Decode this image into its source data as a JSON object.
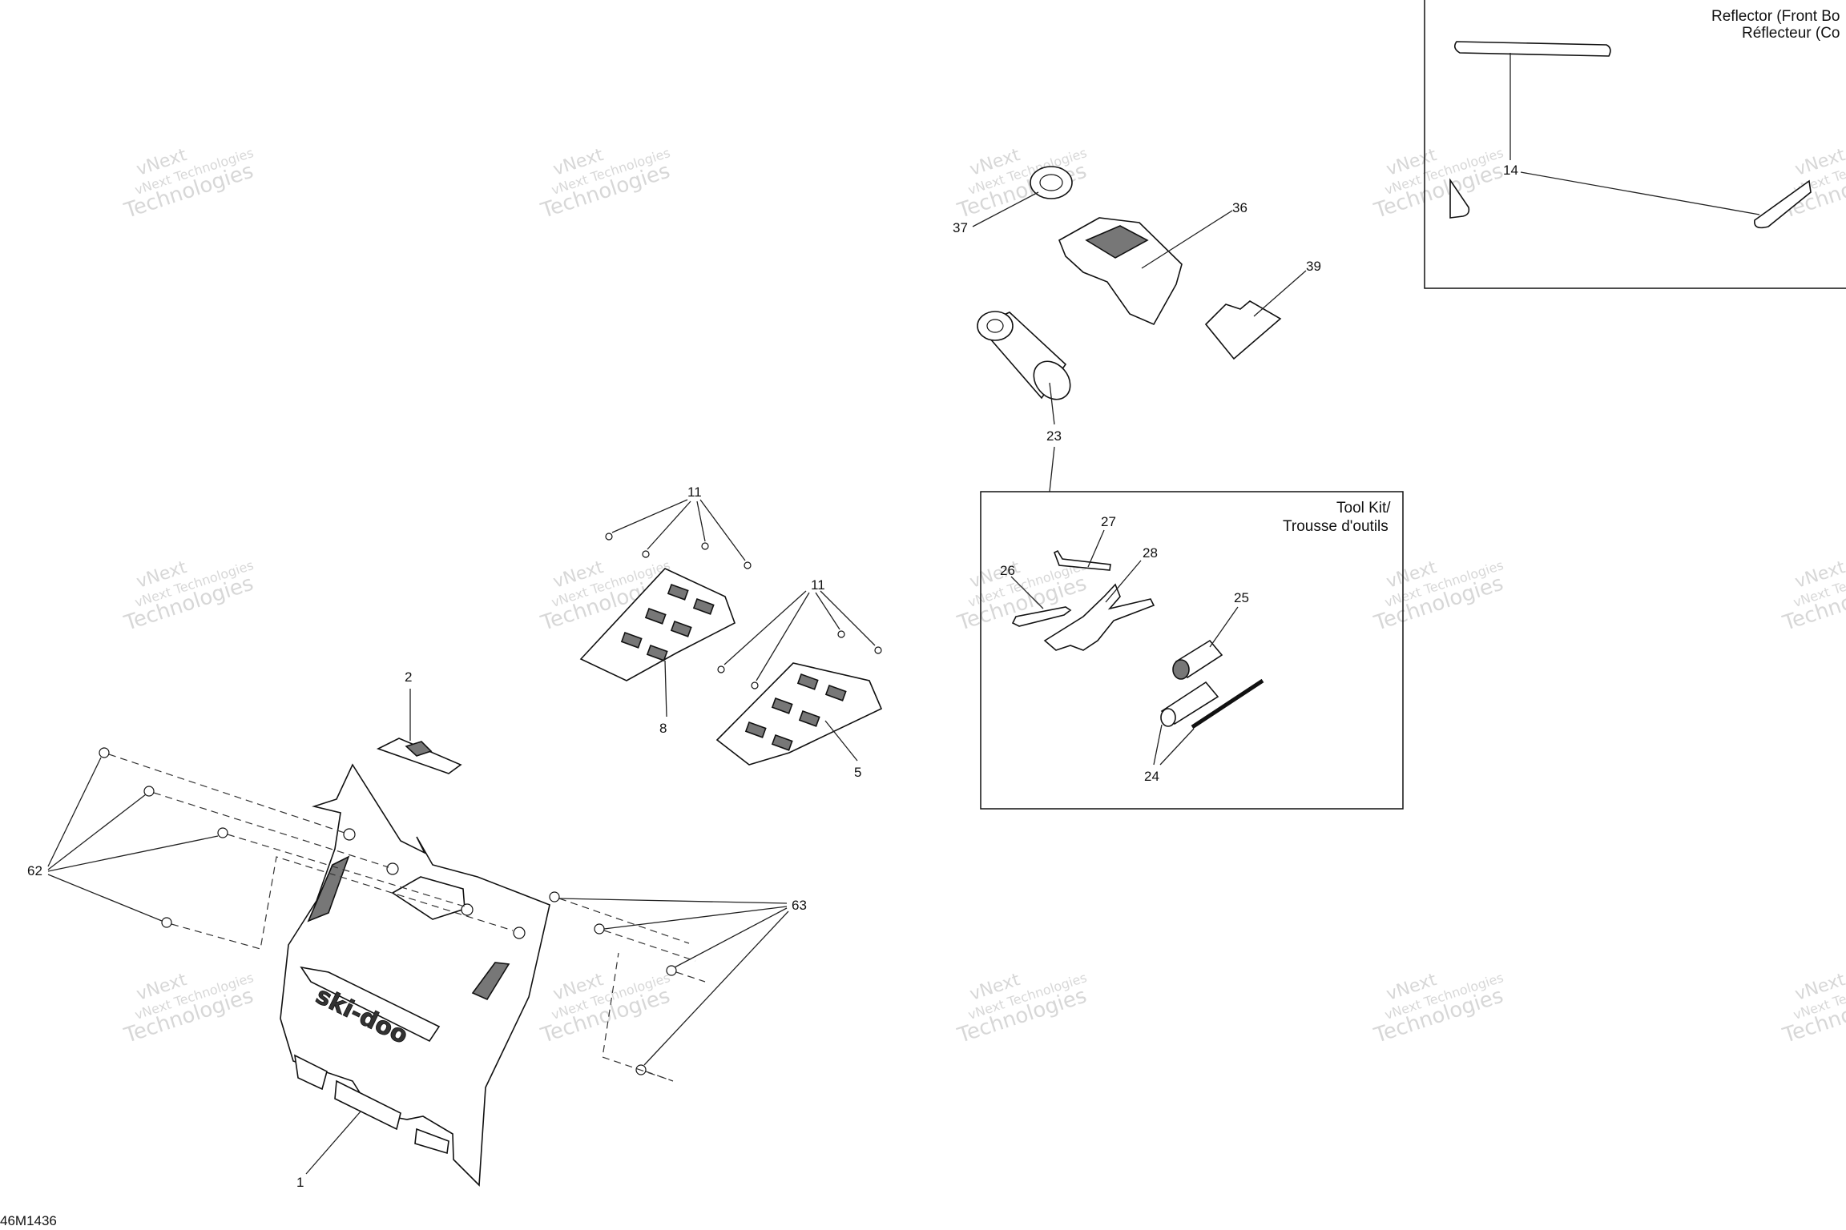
{
  "diagram": {
    "drawing_code": "46M1436",
    "watermark_line1": "vNext Technologies",
    "watermark_line2": "Technologies",
    "watermark_top": "vNext",
    "reflector_box": {
      "title_en": "Reflector (Front Bo",
      "title_fr": "Réflecteur (Co"
    },
    "tool_kit_box": {
      "title_en": "Tool Kit/",
      "title_fr": "Trousse d'outils"
    },
    "callouts": {
      "c1": "1",
      "c2": "2",
      "c5": "5",
      "c8": "8",
      "c11a": "11",
      "c11b": "11",
      "c14": "14",
      "c23": "23",
      "c24": "24",
      "c25": "25",
      "c26": "26",
      "c27": "27",
      "c28": "28",
      "c36": "36",
      "c37": "37",
      "c39": "39",
      "c62": "62",
      "c63": "63"
    },
    "hood_logo": "ski-doo"
  }
}
